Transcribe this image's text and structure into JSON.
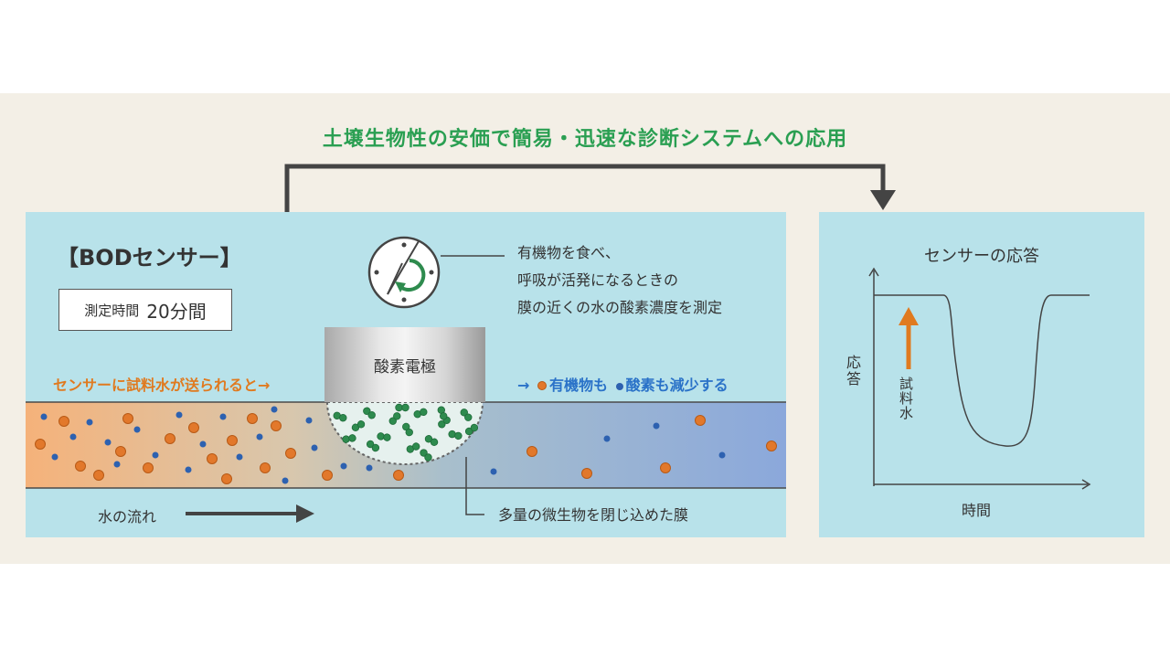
{
  "headline": "土壌生物性の安価で簡易・迅速な診断システムへの応用",
  "sensor": {
    "title": "【BODセンサー】",
    "time_label": "測定時間",
    "time_value": "20分間",
    "electrode_label": "酸素電極",
    "description": [
      "有機物を食べ、",
      "呼吸が活発になるときの",
      "膜の近くの水の酸素濃度を測定"
    ],
    "sample_sent": "センサーに試料水が送られると→",
    "result_prefix": "→",
    "result_organic": "有機物も",
    "result_oxygen": "酸素も減少する",
    "flow_label": "水の流れ",
    "membrane_label": "多量の微生物を閉じ込めた膜"
  },
  "response": {
    "title": "センサーの応答",
    "y_axis_label": "応答",
    "x_axis_label": "時間",
    "sample_label": "試料水"
  },
  "colors": {
    "headline": "#2a9f52",
    "panel": "#b8e2ea",
    "organic_matter": "#e2782b",
    "oxygen": "#2d61b0",
    "microbe": "#2e8b4e",
    "sample_arrow": "#e07a1f"
  },
  "icons": {
    "clock": "clock-icon",
    "flow_arrow": "arrow-right-icon"
  }
}
